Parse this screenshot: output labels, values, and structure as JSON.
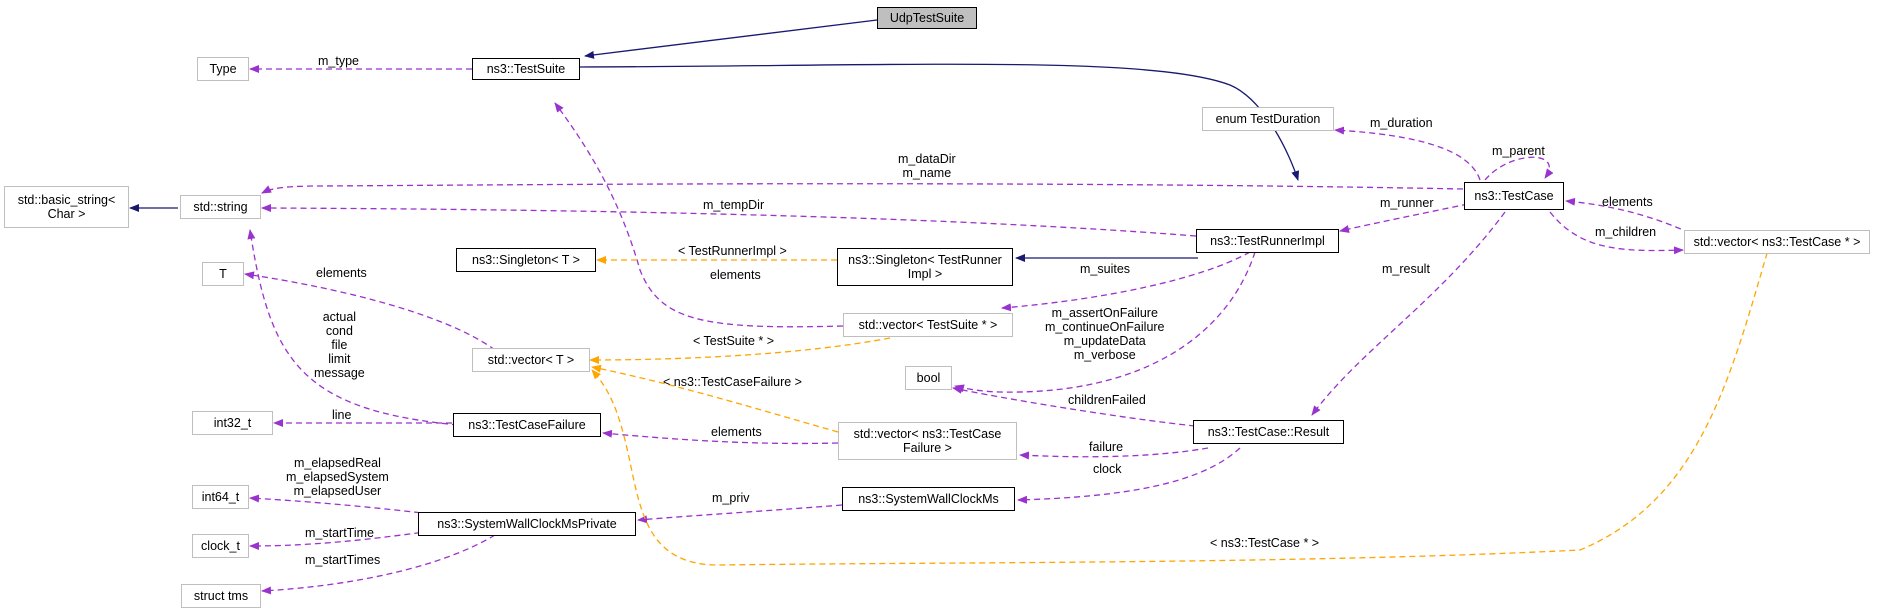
{
  "colors": {
    "inherit": "#191970",
    "usage": "#9a32cd",
    "template": "#ffa500",
    "node_border": "#000000",
    "node_border_undoc": "#bfbfbf",
    "focus_fill": "#bfbfbf"
  },
  "nodes": {
    "udp_test_suite": "UdpTestSuite",
    "test_suite": "ns3::TestSuite",
    "type": "Type",
    "test_duration": "enum TestDuration",
    "basic_string": "std::basic_string<\nChar >",
    "string": "std::string",
    "test_case": "ns3::TestCase",
    "t": "T",
    "singleton_t": "ns3::Singleton< T >",
    "singleton_runner": "ns3::Singleton< TestRunner\nImpl >",
    "test_runner_impl": "ns3::TestRunnerImpl",
    "vector_test_case_ptr": "std::vector< ns3::TestCase * >",
    "vector_test_suite_ptr": "std::vector< TestSuite * >",
    "vector_t": "std::vector< T >",
    "bool": "bool",
    "int32": "int32_t",
    "test_case_failure": "ns3::TestCaseFailure",
    "vector_failure": "std::vector< ns3::TestCase\nFailure >",
    "test_case_result": "ns3::TestCase::Result",
    "int64": "int64_t",
    "system_wall_clock": "ns3::SystemWallClockMs",
    "system_wall_clock_private": "ns3::SystemWallClockMsPrivate",
    "clock_t": "clock_t",
    "struct_tms": "struct tms"
  },
  "edge_labels": {
    "m_type": "m_type",
    "m_duration": "m_duration",
    "m_parent": "m_parent",
    "m_dataDir_name": "m_dataDir\nm_name",
    "m_tempDir": "m_tempDir",
    "m_runner": "m_runner",
    "elements_children": "elements",
    "m_children": "m_children",
    "testrunnerimpl_tpl": "< TestRunnerImpl >",
    "elements_suites": "elements",
    "m_suites": "m_suites",
    "elements_t": "elements",
    "m_result": "m_result",
    "bool_members": "m_assertOnFailure\nm_continueOnFailure\nm_updateData\nm_verbose",
    "testsuite_tpl": "< TestSuite * >",
    "failure_members": "actual\ncond\nfile\nlimit\nmessage",
    "childrenFailed": "childrenFailed",
    "failure_tpl": "< ns3::TestCaseFailure >",
    "line": "line",
    "elements_failure": "elements",
    "failure": "failure",
    "clock": "clock",
    "elapsed": "m_elapsedReal\nm_elapsedSystem\nm_elapsedUser",
    "m_priv": "m_priv",
    "m_startTime": "m_startTime",
    "m_startTimes": "m_startTimes",
    "testcase_ptr_tpl": "< ns3::TestCase * >"
  }
}
